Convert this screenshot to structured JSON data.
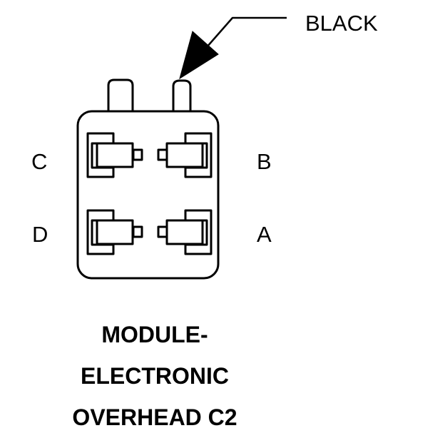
{
  "wire_color_label": "BLACK",
  "pins": {
    "c": "C",
    "b": "B",
    "d": "D",
    "a": "A"
  },
  "caption_lines": [
    "MODULE-",
    "ELECTRONIC",
    "OVERHEAD C2"
  ],
  "colors": {
    "stroke": "#000000",
    "background": "#ffffff"
  }
}
